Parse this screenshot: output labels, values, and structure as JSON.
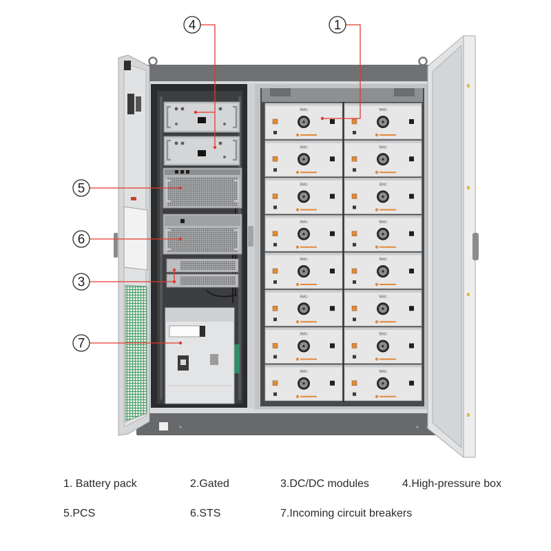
{
  "callouts": {
    "c1": "1",
    "c3": "3",
    "c4": "4",
    "c5": "5",
    "c6": "6",
    "c7": "7"
  },
  "battery_modules": [
    {
      "label": "BMU"
    },
    {
      "label": "BMU"
    },
    {
      "label": "BMU"
    },
    {
      "label": "BMU"
    },
    {
      "label": "BMU"
    },
    {
      "label": "BMU"
    },
    {
      "label": "BMU"
    },
    {
      "label": "BMU"
    },
    {
      "label": "BMU"
    },
    {
      "label": "BMU"
    },
    {
      "label": "BMU"
    },
    {
      "label": "BMU"
    },
    {
      "label": "BMU"
    },
    {
      "label": "BMU"
    },
    {
      "label": "BMU"
    },
    {
      "label": "BMU"
    }
  ],
  "legend": [
    {
      "text": "1. Battery pack"
    },
    {
      "text": "2.Gated"
    },
    {
      "text": "3.DC/DC modules"
    },
    {
      "text": "4.High-pressure box"
    },
    {
      "text": "5.PCS"
    },
    {
      "text": "6.STS"
    },
    {
      "text": "7.Incoming circuit breakers"
    }
  ],
  "colors": {
    "callout_line": "#e2392c",
    "battery_logo": "#e0893a",
    "door_mesh": "#3f9c63"
  },
  "icons": {
    "module_fan": "fan-icon"
  }
}
